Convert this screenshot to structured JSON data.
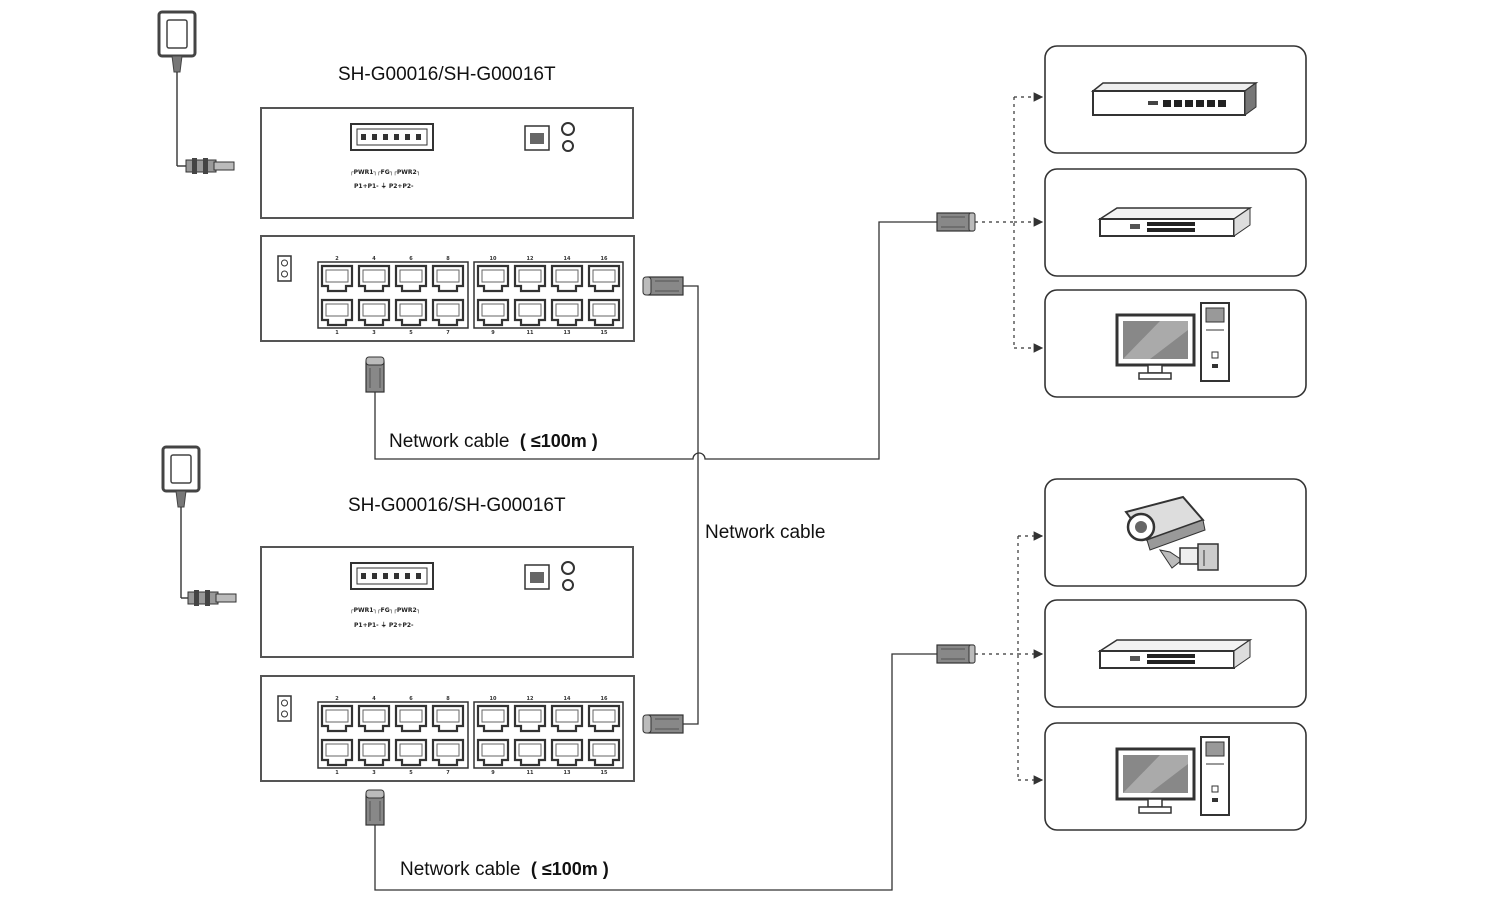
{
  "switches": [
    {
      "model": "SH-G00016/SH-G00016T",
      "power_label_top": "┌PWR1┐┌FG┐┌PWR2┐",
      "power_label_bottom": "P1+P1-  ⏚  P2+P2-"
    },
    {
      "model": "SH-G00016/SH-G00016T",
      "power_label_top": "┌PWR1┐┌FG┐┌PWR2┐",
      "power_label_bottom": "P1+P1-  ⏚  P2+P2-"
    }
  ],
  "cables": {
    "top_label": "Network cable",
    "top_limit": "( ≤100m )",
    "middle_label": "Network cable",
    "bottom_label": "Network cable",
    "bottom_limit": "( ≤100m )"
  },
  "port_numbers_top": [
    "2",
    "4",
    "6",
    "8",
    "10",
    "12",
    "14",
    "16"
  ],
  "port_numbers_bottom": [
    "1",
    "3",
    "5",
    "7",
    "9",
    "11",
    "13",
    "15"
  ],
  "devices": [
    {
      "icon": "network-switch-icon"
    },
    {
      "icon": "network-switch-icon"
    },
    {
      "icon": "desktop-computer-icon"
    },
    {
      "icon": "security-camera-icon"
    },
    {
      "icon": "network-switch-icon"
    },
    {
      "icon": "desktop-computer-icon"
    }
  ],
  "colors": {
    "line": "#333333",
    "panel": "#555555"
  }
}
